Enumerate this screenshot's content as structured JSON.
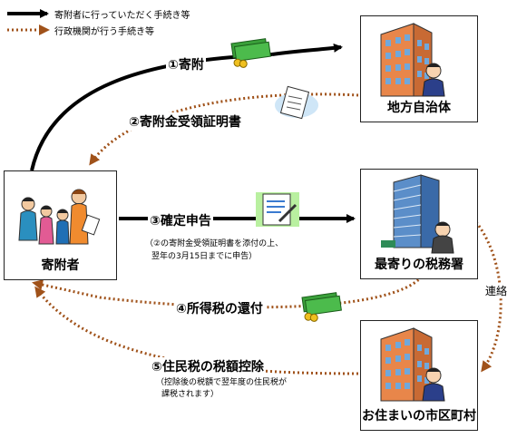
{
  "legend": {
    "solid_label": "寄附者に行っていただく手続き等",
    "dotted_label": "行政機関が行う手続き等"
  },
  "nodes": {
    "local_gov": "地方自治体",
    "donor": "寄附者",
    "tax_office": "最寄りの税務署",
    "municipality": "お住まいの市区町村"
  },
  "steps": {
    "s1": "①寄附",
    "s2": "②寄附金受領証明書",
    "s3": "③確定申告",
    "s3_note_line1": "（②の寄附金受領証明書を添付の上、",
    "s3_note_line2": "翌年の3月15日までに申告）",
    "s4": "④所得税の還付",
    "s5": "⑤住民税の税額控除",
    "s5_note_line1": "（控除後の税額で翌年度の住民税が",
    "s5_note_line2": "課税されます）",
    "liaison": "連絡"
  },
  "colors": {
    "solid_arrow": "#000000",
    "dotted_arrow": "#a0521a",
    "money": "#2e8b2e"
  }
}
